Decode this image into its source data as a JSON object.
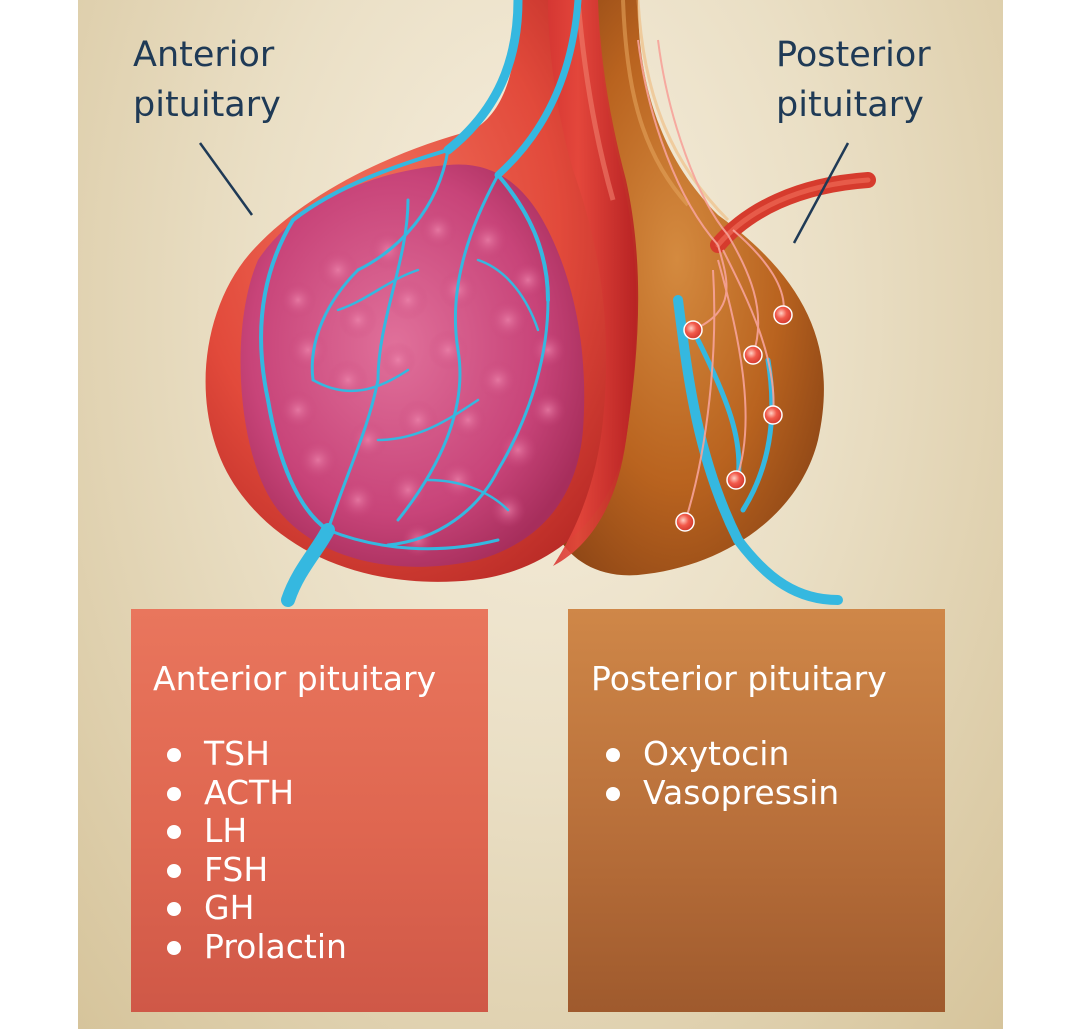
{
  "labels": {
    "anterior": "Anterior\npituitary",
    "posterior": "Posterior\npituitary"
  },
  "boxes": {
    "anterior": {
      "title": "Anterior pituitary",
      "hormones": [
        "TSH",
        "ACTH",
        "LH",
        "FSH",
        "GH",
        "Prolactin"
      ]
    },
    "posterior": {
      "title": "Posterior pituitary",
      "hormones": [
        "Oxytocin",
        "Vasopressin"
      ]
    }
  },
  "colors": {
    "label_text": "#1f3a56",
    "anterior_box": "#df6650",
    "posterior_box": "#b86f3a",
    "vessel_blue": "#35b8e0",
    "gland_red": "#d8332c",
    "posterior_lobe": "#b5621f",
    "tissue_pink": "#c5427a"
  }
}
